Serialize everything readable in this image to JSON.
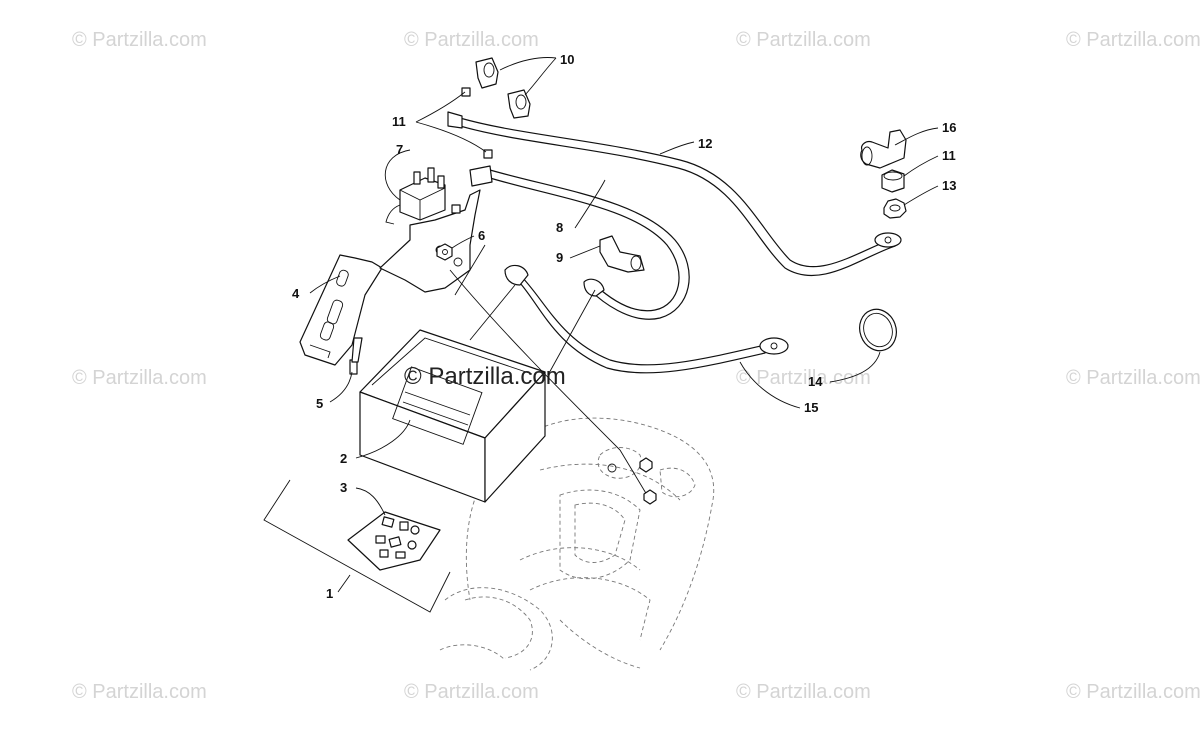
{
  "watermark": {
    "text": "© Partzilla.com",
    "center_text": "© Partzilla.com"
  },
  "callouts": {
    "c1": "1",
    "c2": "2",
    "c3": "3",
    "c4": "4",
    "c5": "5",
    "c6": "6",
    "c7": "7",
    "c8": "8",
    "c9": "9",
    "c10": "10",
    "c11a": "11",
    "c11b": "11",
    "c12": "12",
    "c13": "13",
    "c14": "14",
    "c15": "15",
    "c16": "16"
  },
  "colors": {
    "line": "#111111",
    "ghost": "#777777",
    "watermark": "#d4d4d4"
  }
}
